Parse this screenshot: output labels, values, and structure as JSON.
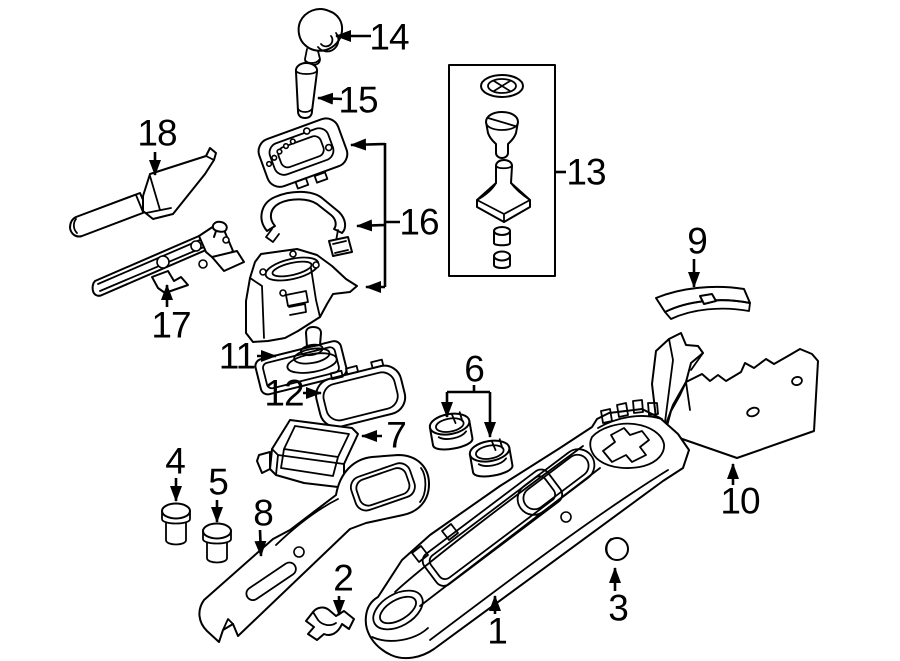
{
  "diagram": {
    "background_color": "#ffffff",
    "line_color": "#000000",
    "callouts": {
      "c1": {
        "text": "1"
      },
      "c2": {
        "text": "2"
      },
      "c3": {
        "text": "3"
      },
      "c4": {
        "text": "4"
      },
      "c5": {
        "text": "5"
      },
      "c6": {
        "text": "6"
      },
      "c7": {
        "text": "7"
      },
      "c8": {
        "text": "8"
      },
      "c9": {
        "text": "9"
      },
      "c10": {
        "text": "10"
      },
      "c11": {
        "text": "11"
      },
      "c12": {
        "text": "12"
      },
      "c13": {
        "text": "13"
      },
      "c14": {
        "text": "14"
      },
      "c15": {
        "text": "15"
      },
      "c16": {
        "text": "16"
      },
      "c17": {
        "text": "17"
      },
      "c18": {
        "text": "18"
      }
    }
  }
}
